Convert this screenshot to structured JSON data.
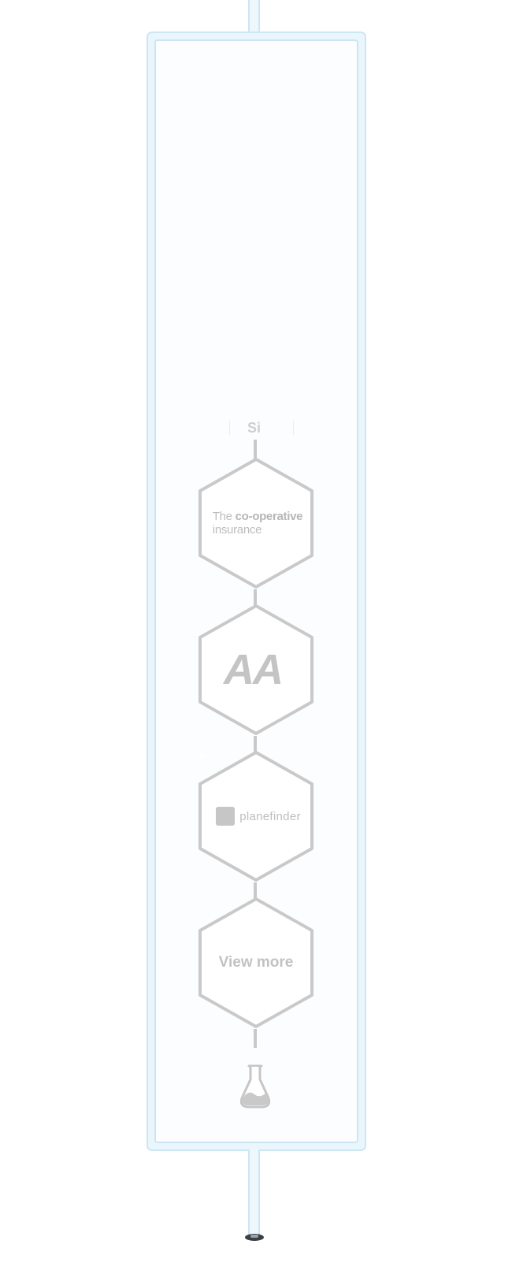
{
  "tube": {
    "label_partial": "Si",
    "items": [
      {
        "kind": "logo",
        "line1_regular": "The",
        "line1_bold": "co-operative",
        "line2": "insurance"
      },
      {
        "kind": "logo",
        "text": "AA"
      },
      {
        "kind": "logo",
        "icon": "airplane-icon",
        "text": "planefinder"
      },
      {
        "kind": "button",
        "text": "View more"
      }
    ],
    "footer_icon": "flask-icon"
  },
  "colors": {
    "tube_border": "#cce7f4",
    "tube_fill": "#eaf6fc",
    "hex_stroke": "#c9c9c9",
    "logo_gray": "#bdbdbd",
    "pipe_cap": "#3b3f46"
  }
}
